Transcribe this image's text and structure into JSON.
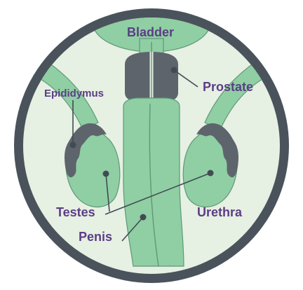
{
  "diagram": {
    "labels": {
      "bladder": "Bladder",
      "prostate": "Prostate",
      "epididymus": "Epididymus",
      "testes": "Testes",
      "urethra": "Urethra",
      "penis": "Penis"
    },
    "colors": {
      "ring": "#4a535b",
      "background": "#e6f0e3",
      "organ_green": "#8fcfa3",
      "organ_outline": "#5f9877",
      "dark_tissue": "#5d646c",
      "label_text": "#5c3d86"
    }
  }
}
